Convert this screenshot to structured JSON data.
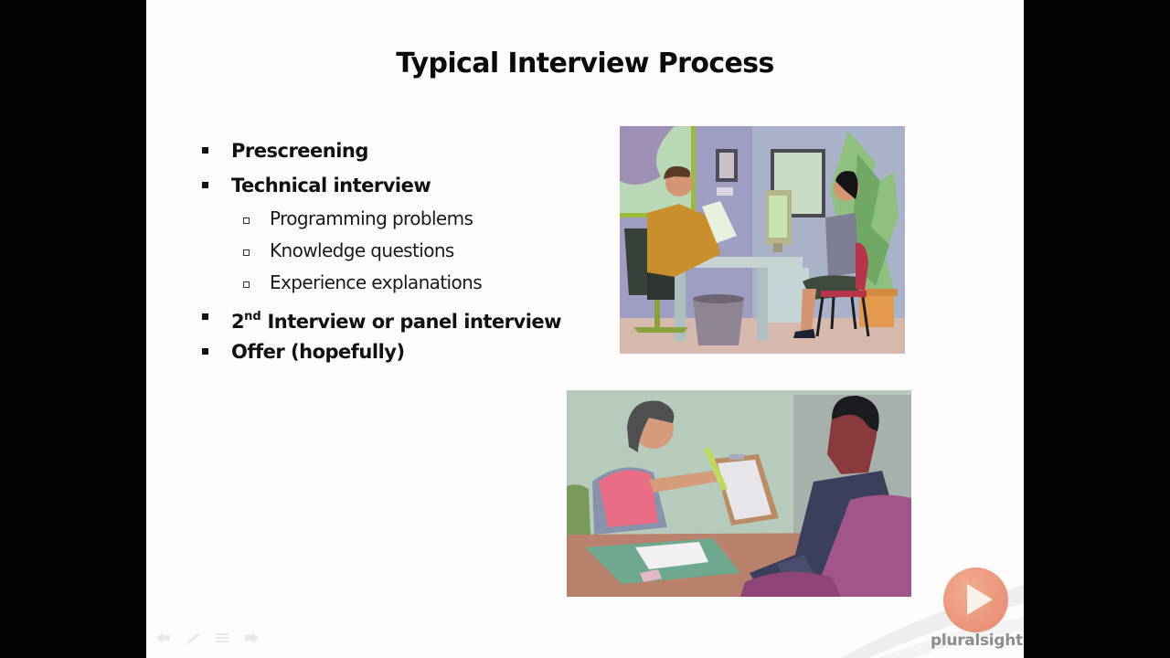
{
  "slide": {
    "title": "Typical Interview Process",
    "bullets": [
      {
        "text": "Prescreening",
        "level": 1
      },
      {
        "text": "Technical interview",
        "level": 1,
        "children": [
          {
            "text": "Programming problems",
            "level": 2
          },
          {
            "text": "Knowledge questions",
            "level": 2
          },
          {
            "text": "Experience explanations",
            "level": 2
          }
        ]
      },
      {
        "prefix": "2",
        "superscript": "nd",
        "text": " Interview or panel interview",
        "level": 1
      },
      {
        "text": "Offer (hopefully)",
        "level": 1
      }
    ],
    "images": [
      {
        "name": "interview-office-clipart",
        "description": "Interviewer in yellow jacket holding paper across desk from seated candidate, with monitor and plant"
      },
      {
        "name": "clipboard-clipart",
        "description": "Woman in pink handing clipboard and pen to man in dark suit across desk"
      }
    ],
    "background": "#fefcfd"
  },
  "player": {
    "controls": [
      {
        "name": "previous-slide",
        "icon": "arrow-left-icon"
      },
      {
        "name": "pen-tool",
        "icon": "pen-icon"
      },
      {
        "name": "slide-menu",
        "icon": "menu-icon"
      },
      {
        "name": "next-slide",
        "icon": "arrow-right-icon"
      }
    ]
  },
  "watermark": {
    "brand": "pluralsight",
    "accent": "#e98e72"
  }
}
